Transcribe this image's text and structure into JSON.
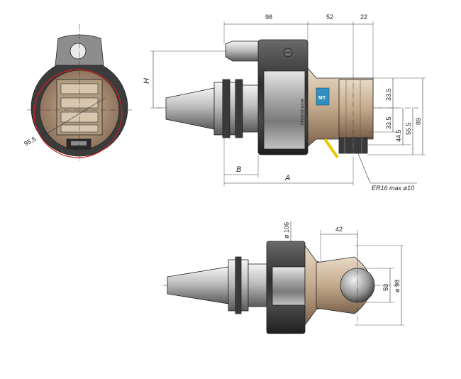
{
  "dimensions": {
    "d98": "98",
    "d52": "52",
    "d22": "22",
    "H": "H",
    "B": "B",
    "A": "A",
    "d33_5_upper": "33.5",
    "d33_5_lower": "33.5",
    "d44_5": "44.5",
    "d55_5": "55.5",
    "d89": "89",
    "r95_5": "95.5",
    "d42": "42",
    "d50": "50",
    "dia106": "ø 106",
    "dia98": "ø 98"
  },
  "callouts": {
    "collet": "ER16 max ø10"
  },
  "marks": {
    "brand_badge": "MT",
    "body_lettering": "hinterstrasse"
  },
  "colors": {
    "steel_light": "#dcdcdc",
    "steel_dark": "#3a3a3a",
    "bronze": "#c9b39a",
    "bronze_dark": "#8a6f57",
    "badge_blue": "#2f8fbf",
    "red_circle": "#d42020",
    "coolant_yellow": "#e8c800"
  }
}
